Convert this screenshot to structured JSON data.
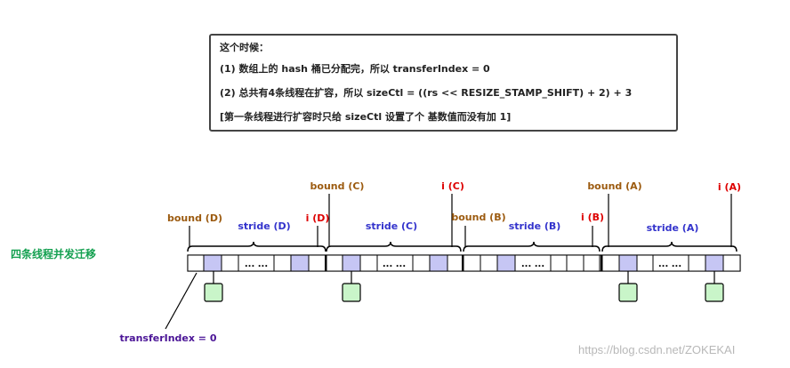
{
  "note": {
    "line1": "这个时候：",
    "line2": "(1) 数组上的 hash 桶已分配完，所以 transferIndex = 0",
    "line3": "(2) 总共有4条线程在扩容，所以 sizeCtl = ((rs << RESIZE_STAMP_SHIFT) + 2) + 3",
    "line4": "[第一条线程进行扩容时只给 sizeCtl 设置了个 基数值而没有加 1]"
  },
  "side_label": "四条线程并发迁移",
  "transfer_label": "transferIndex = 0",
  "groups": [
    {
      "bound": "bound (D)",
      "stride": "stride (D)",
      "i": "i (D)"
    },
    {
      "bound": "bound (C)",
      "stride": "stride (C)",
      "i": "i (C)"
    },
    {
      "bound": "bound (B)",
      "stride": "stride (B)",
      "i": "i (B)"
    },
    {
      "bound": "bound (A)",
      "stride": "stride (A)",
      "i": "i (A)"
    }
  ],
  "ellipsis": "... ...",
  "watermark": "https://blog.csdn.net/ZOKEKAI",
  "colors": {
    "bound": "#9c5b10",
    "stride": "#3333cc",
    "i": "#dd0000",
    "side_label": "#14a050",
    "transfer": "#4b1597",
    "highlight_cell": "#c6c6f4",
    "node": "#c9f5c9"
  }
}
